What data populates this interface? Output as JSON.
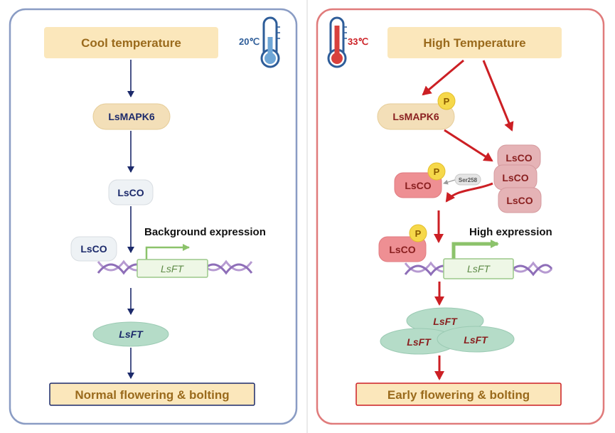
{
  "left_panel": {
    "condition": "Cool temperature",
    "temp": "20℃",
    "kinase": "LsMAPK6",
    "regulator": "LsCO",
    "regulator_bound": "LsCO",
    "expression_label": "Background expression",
    "gene": "LsFT",
    "protein": "LsFT",
    "outcome": "Normal flowering & bolting"
  },
  "right_panel": {
    "condition": "High Temperature",
    "temp": "33℃",
    "kinase": "LsMAPK6",
    "phospho": "P",
    "regulator_stack": [
      "LsCO",
      "LsCO",
      "LsCO"
    ],
    "regulator_phospho": "LsCO",
    "site": "Ser258",
    "regulator_bound": "LsCO",
    "expression_label": "High expression",
    "gene": "LsFT",
    "proteins": [
      "LsFT",
      "LsFT",
      "LsFT"
    ],
    "outcome": "Early flowering & bolting"
  },
  "colors": {
    "left_border": "#8a9cc4",
    "right_border": "#e07b7b",
    "title_fill": "#fbe7bb",
    "navy": "#1c2a6b",
    "red": "#cc1f24",
    "phospho": "#f6d84a",
    "lsco_red": "#ee8f93",
    "lsco_pink": "#e5b3b6",
    "lsft": "#b5dcc8"
  },
  "icons": [
    "thermometer-cool-icon",
    "thermometer-hot-icon",
    "dna-helix-icon",
    "promoter-arrow-icon",
    "phosphate-icon"
  ]
}
